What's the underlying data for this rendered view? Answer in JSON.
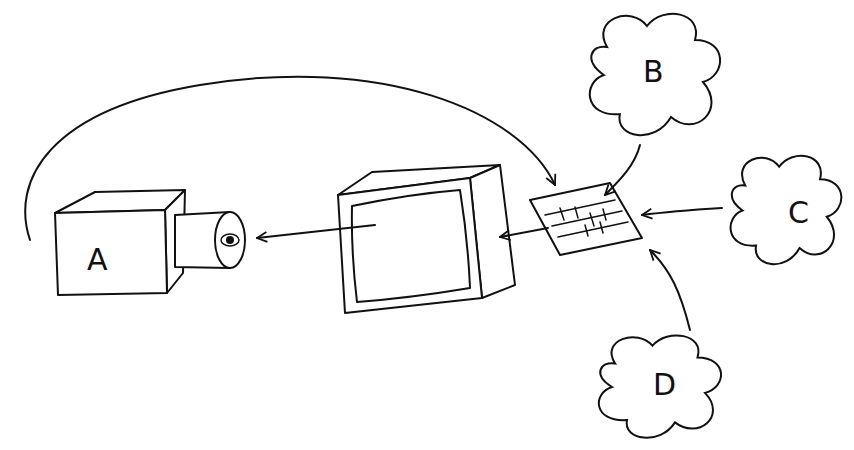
{
  "diagram": {
    "nodes": [
      {
        "text": [
          "B"
        ]
      },
      {
        "text": [
          "A"
        ]
      },
      {
        "text": [
          "C"
        ]
      },
      {
        "text": [
          "D"
        ]
      }
    ]
  }
}
